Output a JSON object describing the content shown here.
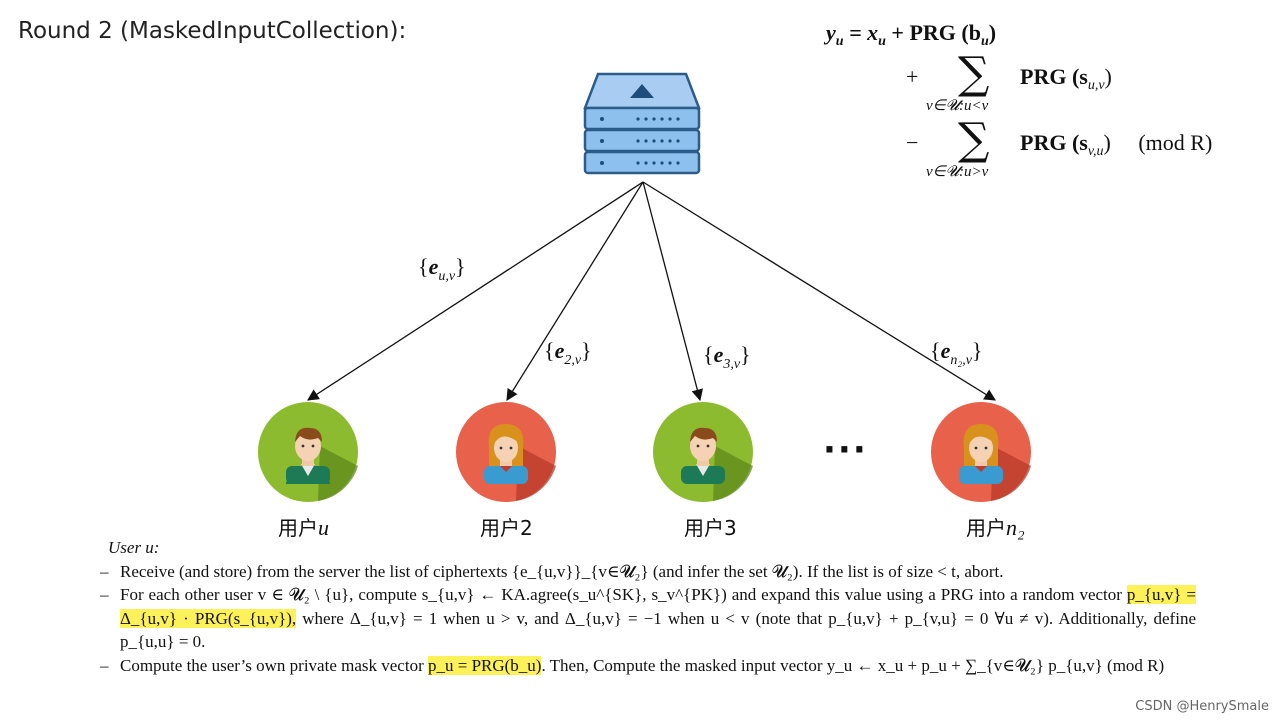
{
  "title": "Round 2 (MaskedInputCollection):",
  "equation": {
    "line1_left": "y",
    "line1_left_sub": "u",
    "line1_rest": "= x",
    "line1_rest_sub": "u",
    "line1_tail": "+ PRG (b",
    "line1_tail_sub": "u",
    "line1_close": ")",
    "line2_op": "+",
    "line2_sum_under": "v∈𝓤:u<v",
    "line2_term": "PRG (s",
    "line2_term_sub": "u,v",
    "line2_close": ")",
    "line3_op": "−",
    "line3_sum_under": "v∈𝓤:u>v",
    "line3_term": "PRG (s",
    "line3_term_sub": "v,u",
    "line3_close": ")",
    "line3_mod": "(mod R)"
  },
  "edges": [
    {
      "open": "{",
      "base": "e",
      "sub": "u,v",
      "close": "}"
    },
    {
      "open": "{",
      "base": "e",
      "sub": "2,v",
      "close": "}"
    },
    {
      "open": "{",
      "base": "e",
      "sub": "3,v",
      "close": "}"
    },
    {
      "open": "{",
      "base": "e",
      "sub": "n₂,v",
      "close": "}"
    }
  ],
  "users": [
    {
      "prefix": "用户",
      "id": "u",
      "type": "male"
    },
    {
      "prefix": "用户",
      "id": "2",
      "type": "female"
    },
    {
      "prefix": "用户",
      "id": "3",
      "type": "male"
    },
    {
      "prefix": "用户",
      "id": "n₂",
      "type": "female"
    }
  ],
  "ellipsis": "···",
  "protocol": {
    "header": "User u:",
    "item1": "Receive (and store) from the server the list of ciphertexts {e_{u,v}}_{v∈𝓤₂} (and infer the set 𝓤₂). If the list is of size < t, abort.",
    "item2_a": "For each other user v ∈ 𝓤₂ \\ {u}, compute s_{u,v} ← KA.agree(s_u^{SK}, s_v^{PK}) and expand this value using a PRG into a random vector ",
    "item2_hl": "p_{u,v} = Δ_{u,v} · PRG(s_{u,v}),",
    "item2_b": " where Δ_{u,v} = 1 when u > v, and Δ_{u,v} = −1 when u < v (note that p_{u,v} + p_{v,u} = 0 ∀u ≠ v). Additionally, define p_{u,u} = 0.",
    "item3_a": "Compute the user’s own private mask vector ",
    "item3_hl": "p_u = PRG(b_u)",
    "item3_b": ". Then, Compute the masked input vector y_u ← x_u + p_u + ∑_{v∈𝓤₂} p_{u,v}  (mod R)"
  },
  "watermark": "CSDN @HenrySmale",
  "colors": {
    "server_top": "#a9cdf2",
    "server_body": "#8ec0ee",
    "server_outline": "#2b5c8a",
    "male_bg": "#8dbb2f",
    "female_bg": "#e8614a",
    "highlight": "#fdf15a"
  }
}
